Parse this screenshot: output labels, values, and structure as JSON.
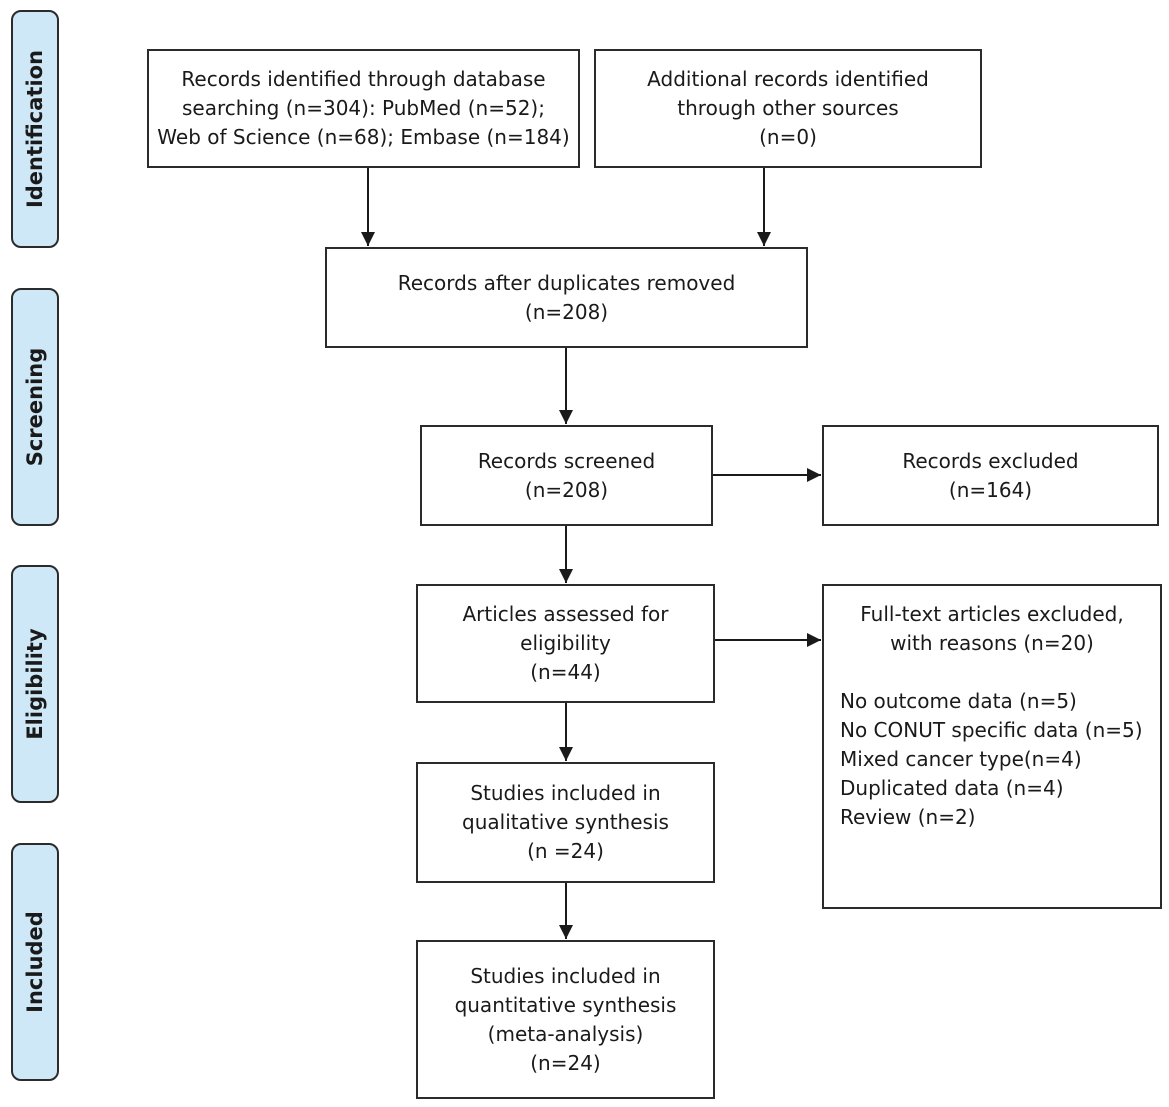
{
  "stages": {
    "identification": "Identification",
    "screening": "Screening",
    "eligibility": "Eligibility",
    "included": "Included"
  },
  "boxes": {
    "db_search": {
      "lines": [
        "Records identified through database",
        "searching (n=304): PubMed (n=52);",
        "Web of Science (n=68); Embase (n=184)"
      ]
    },
    "other_sources": {
      "lines": [
        "Additional records identified",
        "through other sources",
        "(n=0)"
      ]
    },
    "duplicates_removed": {
      "lines": [
        "Records after duplicates removed",
        "(n=208)"
      ]
    },
    "screened": {
      "lines": [
        "Records screened",
        "(n=208)"
      ]
    },
    "excluded": {
      "lines": [
        "Records excluded",
        "(n=164)"
      ]
    },
    "eligibility": {
      "lines": [
        "Articles assessed for",
        "eligibility",
        "(n=44)"
      ]
    },
    "fulltext_excluded": {
      "lines": [
        "Full-text articles excluded,",
        "with reasons (n=20)"
      ],
      "reasons": [
        "No outcome data (n=5)",
        "No CONUT specific data (n=5)",
        "Mixed cancer type(n=4)",
        "Duplicated data (n=4)",
        "Review (n=2)"
      ]
    },
    "qualitative": {
      "lines": [
        "Studies included in",
        "qualitative synthesis",
        "(n =24)"
      ]
    },
    "quantitative": {
      "lines": [
        "Studies included in",
        "quantitative synthesis",
        "(meta-analysis)",
        "(n=24)"
      ]
    }
  }
}
